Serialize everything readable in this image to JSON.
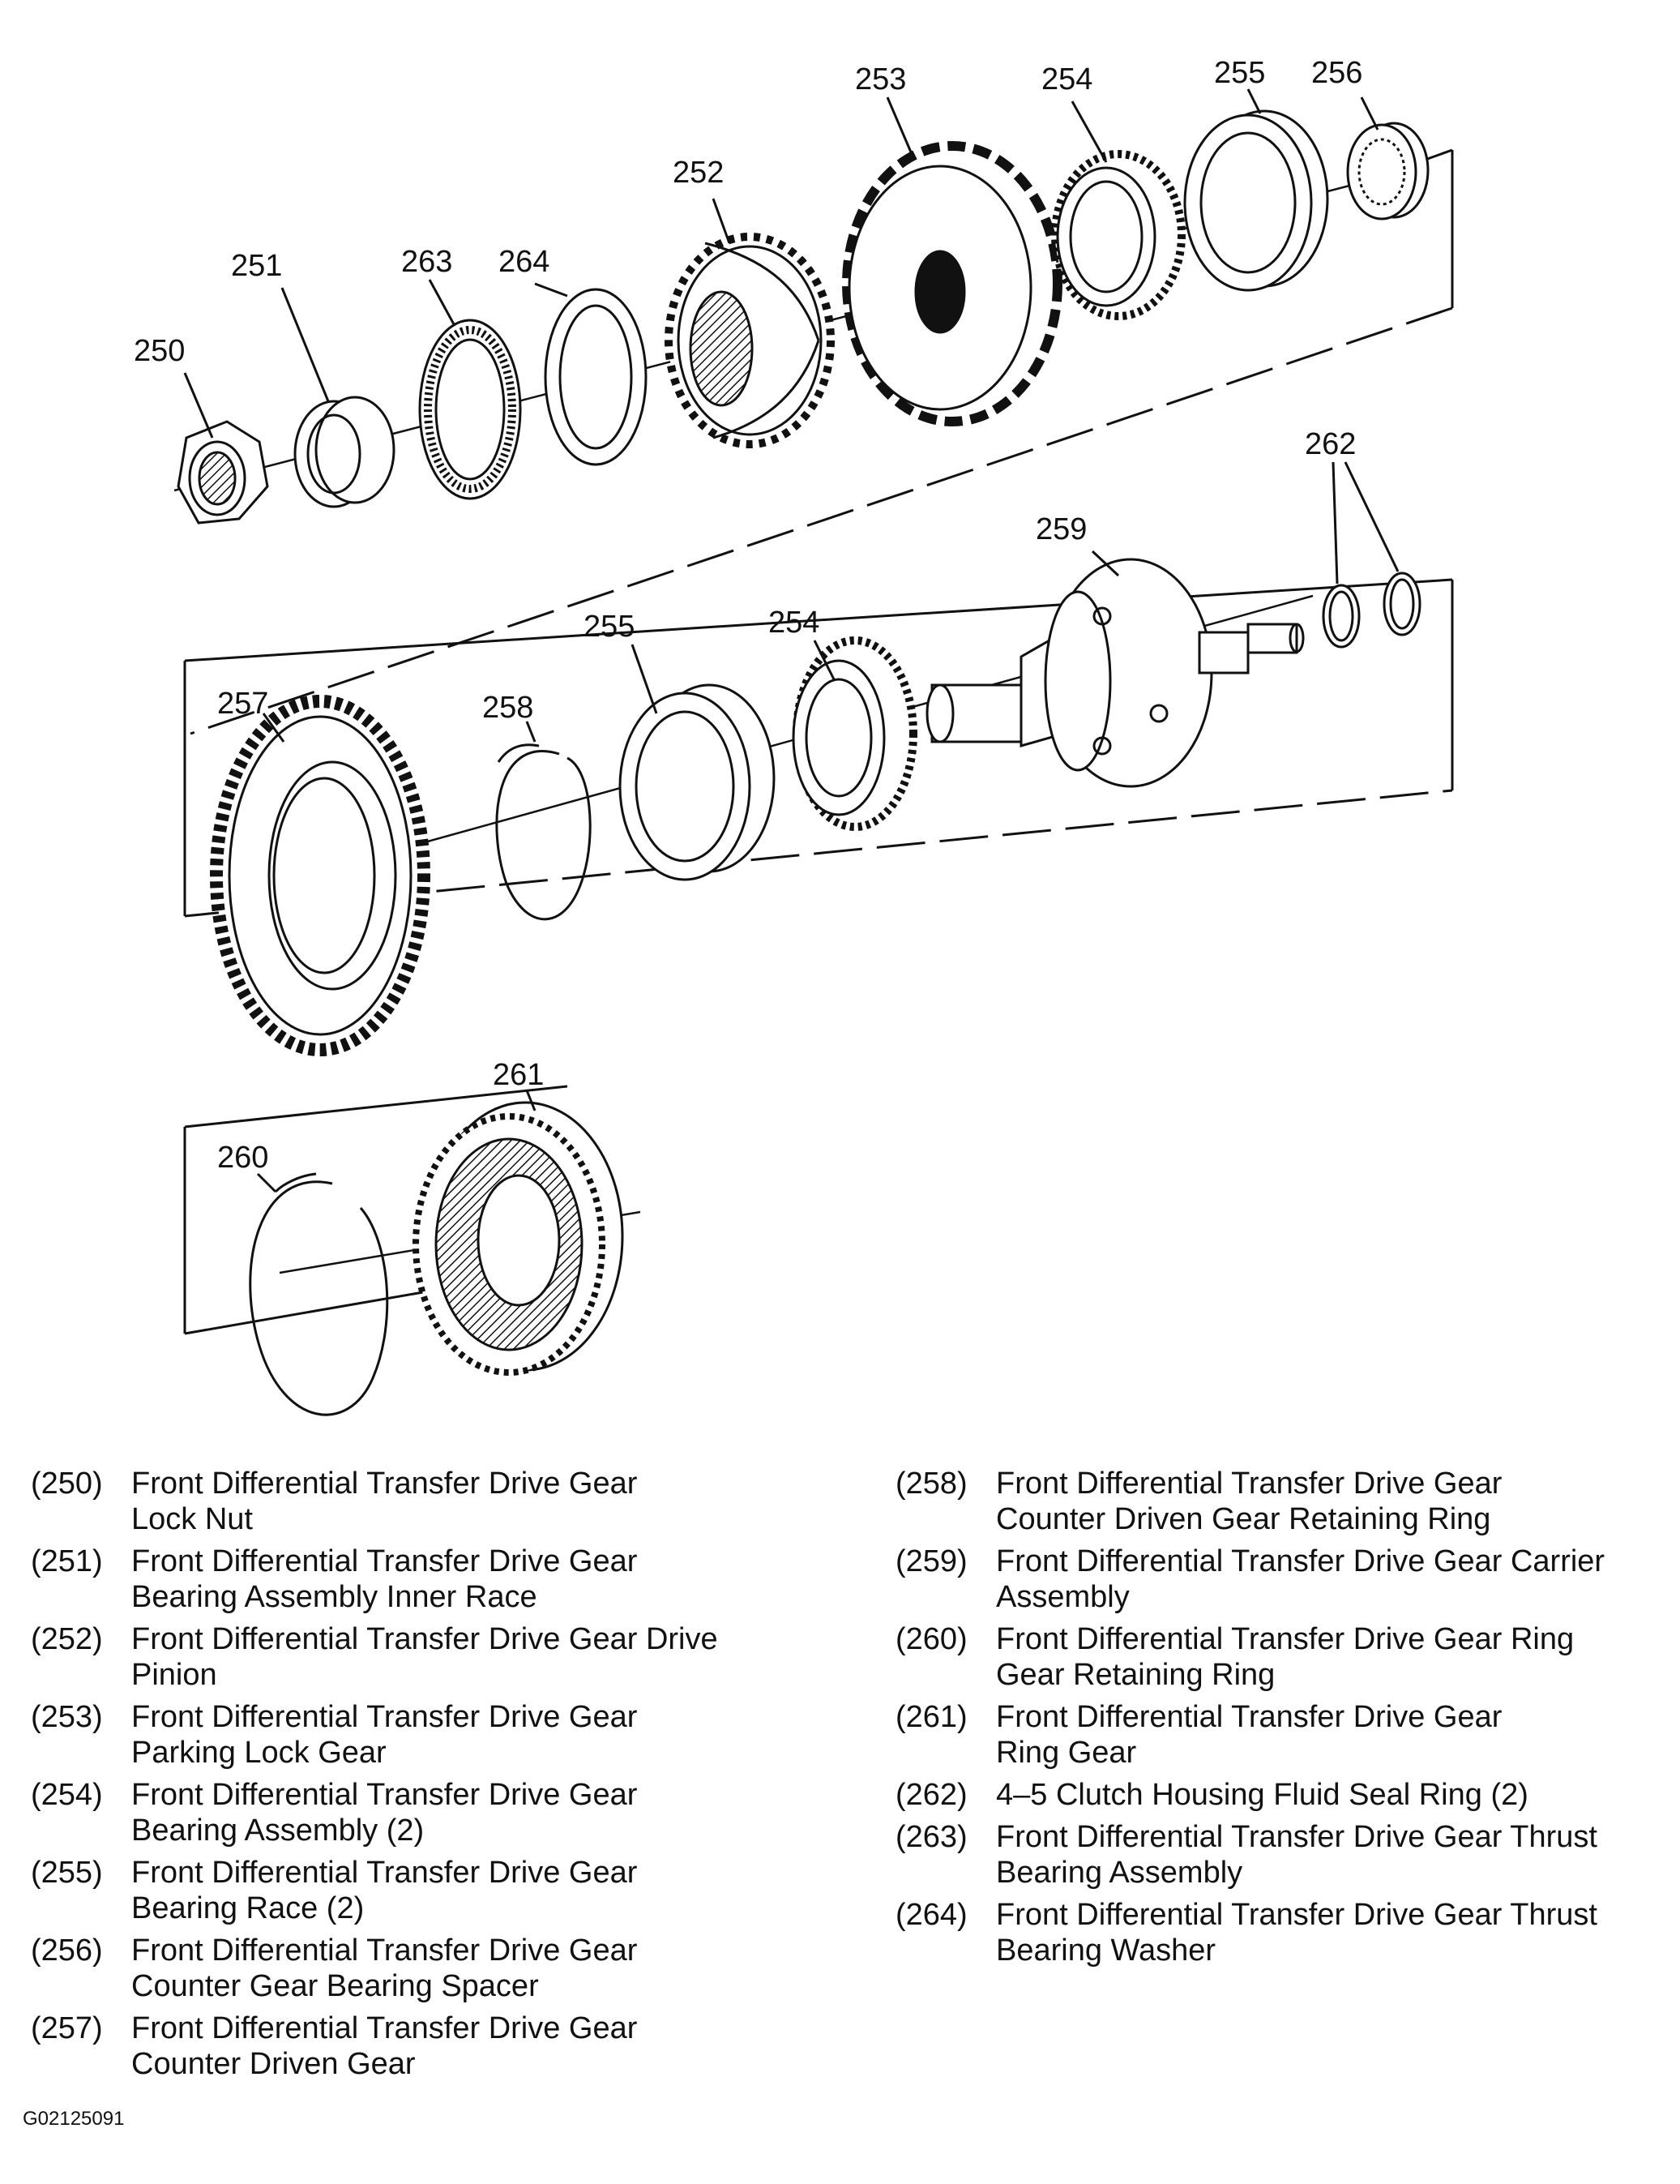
{
  "callouts": {
    "c250": "250",
    "c251": "251",
    "c252": "252",
    "c253": "253",
    "c254a": "254",
    "c255a": "255",
    "c256": "256",
    "c263": "263",
    "c264": "264",
    "c257": "257",
    "c258": "258",
    "c255b": "255",
    "c254b": "254",
    "c259": "259",
    "c262": "262",
    "c260": "260",
    "c261": "261"
  },
  "legend_left": [
    {
      "num": "(250)",
      "text": "Front Differential Transfer Drive Gear\nLock Nut"
    },
    {
      "num": "(251)",
      "text": "Front Differential Transfer Drive Gear\nBearing Assembly Inner Race"
    },
    {
      "num": "(252)",
      "text": "Front Differential Transfer Drive Gear Drive\nPinion"
    },
    {
      "num": "(253)",
      "text": "Front Differential Transfer Drive Gear\nParking Lock Gear"
    },
    {
      "num": "(254)",
      "text": "Front Differential Transfer Drive Gear\nBearing Assembly (2)"
    },
    {
      "num": "(255)",
      "text": "Front Differential Transfer Drive Gear\nBearing Race (2)"
    },
    {
      "num": "(256)",
      "text": "Front Differential Transfer Drive Gear\nCounter Gear Bearing Spacer"
    },
    {
      "num": "(257)",
      "text": "Front Differential Transfer Drive Gear\nCounter Driven Gear"
    }
  ],
  "legend_right": [
    {
      "num": "(258)",
      "text": "Front Differential Transfer Drive Gear\nCounter Driven Gear Retaining Ring"
    },
    {
      "num": "(259)",
      "text": "Front Differential Transfer Drive Gear Carrier\nAssembly"
    },
    {
      "num": "(260)",
      "text": "Front Differential Transfer Drive Gear Ring\nGear Retaining Ring"
    },
    {
      "num": "(261)",
      "text": "Front Differential Transfer Drive Gear\nRing Gear"
    },
    {
      "num": "(262)",
      "text": "4–5 Clutch Housing Fluid Seal Ring (2)"
    },
    {
      "num": "(263)",
      "text": "Front Differential Transfer Drive Gear Thrust\nBearing Assembly"
    },
    {
      "num": "(264)",
      "text": "Front Differential Transfer Drive Gear Thrust\nBearing Washer"
    }
  ],
  "figure_code": "G02125091"
}
